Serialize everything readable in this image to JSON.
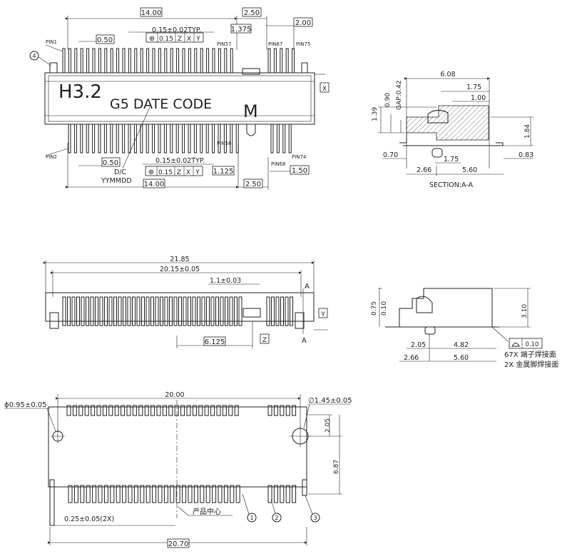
{
  "top_view": {
    "dims": {
      "width_top": "14.00",
      "pitch_top": "0.50",
      "typ_tol_top": "0.15±0.02TYP.",
      "right_pitch": "1.375",
      "right_gap": "2.50",
      "right_end": "2.00",
      "width_bottom": "14.00",
      "pitch_bottom": "0.50",
      "typ_tol_bottom": "0.15±0.02TYP.",
      "bottom_pitch": "1.125",
      "bottom_gap": "2.50",
      "bottom_end": "1.50"
    },
    "gdt_top": [
      "⊕",
      "0.15",
      "Z",
      "X",
      "Y"
    ],
    "gdt_bottom": [
      "⊕",
      "0.15",
      "Z",
      "X",
      "Y"
    ],
    "pins": {
      "pin1": "PIN1",
      "pin57": "PIN57",
      "pin67": "PIN67",
      "pin75": "PIN75",
      "pin2": "PIN2",
      "pin58": "PIN58",
      "pin68": "PIN68",
      "pin74": "PIN74"
    },
    "marking_h": "H3.2",
    "marking_date": "G5  DATE CODE",
    "marking_m": "M",
    "dc_label": "D/C",
    "dc_format": "YYMMDD",
    "datum_x": "X",
    "callout_4": "4"
  },
  "section_view": {
    "dims": {
      "overall": "6.08",
      "d175_top": "1.75",
      "d100": "1.00",
      "d139": "1.39",
      "d090": "0.90",
      "gap": "GAP:0.42",
      "d184": "1.84",
      "d070": "0.70",
      "d175_bot": "1.75",
      "d083": "0.83",
      "d266": "2.66",
      "d560": "5.60"
    },
    "caption": "SECTION:A-A"
  },
  "front_view": {
    "dims": {
      "overall": "21.85",
      "pitch_span": "20.15±0.05",
      "key_width": "1.1±0.03",
      "key_offset": "6.125"
    },
    "section_a": "A",
    "datum_y": "Y",
    "datum_z": "Z"
  },
  "side_view": {
    "dims": {
      "d075": "0.75",
      "d010": "0.10",
      "d310": "3.10",
      "d205": "2.05",
      "d482": "4.82",
      "d266": "2.66",
      "d560": "5.60"
    },
    "flatness": "0.10",
    "note_line1": "67X 端子焊接面",
    "note_line2": "2X 金属脚焊接面"
  },
  "pcb_view": {
    "dims": {
      "hole_small": "ϕ0.95±0.05",
      "span": "20.00",
      "hole_big": "∅1.45±0.05",
      "d205": "2.05",
      "d687": "6.87",
      "offset": "0.25±0.05(2X)",
      "overall": "20.70"
    },
    "center_label": "产品中心",
    "callouts": [
      "1",
      "2",
      "3"
    ]
  }
}
